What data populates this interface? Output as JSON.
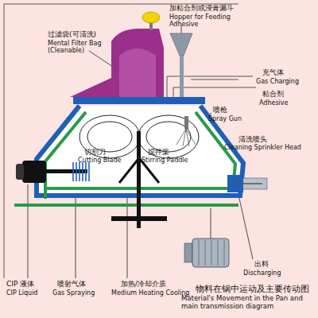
{
  "diagram": {
    "caption": "物料在锅中运动及主要传动图",
    "labels": [
      "加粘合剂或浸膏漏斗",
      "Hopper for Feeding Adhesive",
      "过滤袋(可清洗)",
      "Mental Filter Bag (Cleanable)",
      "充气体",
      "Gas Charging",
      "粘合剂",
      "Adhesive",
      "喷枪",
      "Spray Gun",
      "切割刀",
      "Cutting Blade",
      "搅拌桨",
      "Stirring Paddle",
      "清洗喷头",
      "Cleaning Sprinkler Head",
      "出料",
      "Discharging",
      "CIP 液体",
      "CIP Liquid",
      "喷射气体",
      "Gas Spraying",
      "加热/冷却介质",
      "Medium Heating Cooling",
      "Material's Movement in the Pan and main transmission diagram"
    ]
  }
}
